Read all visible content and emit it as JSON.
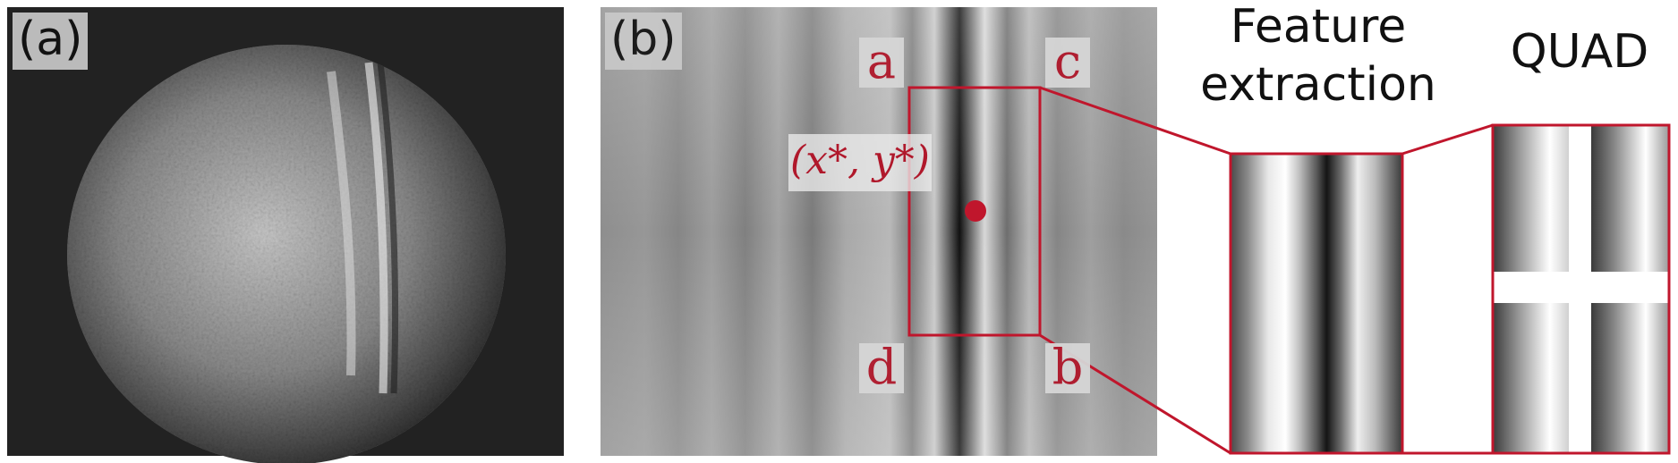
{
  "panel_a": {
    "label": "(a)"
  },
  "panel_b": {
    "label": "(b)",
    "corners": {
      "a": "a",
      "c": "c",
      "d": "d",
      "b": "b"
    },
    "point_label": "(x*, y*)"
  },
  "feature_extraction": {
    "title_line1": "Feature",
    "title_line2": "extraction"
  },
  "quad": {
    "title": "QUAD"
  },
  "colors": {
    "accent": "#c0162c",
    "panel_a_bg": "#222222",
    "panel_b_bg": "#8c8c8c"
  },
  "icons": {
    "center_point": "red-dot-marker"
  }
}
